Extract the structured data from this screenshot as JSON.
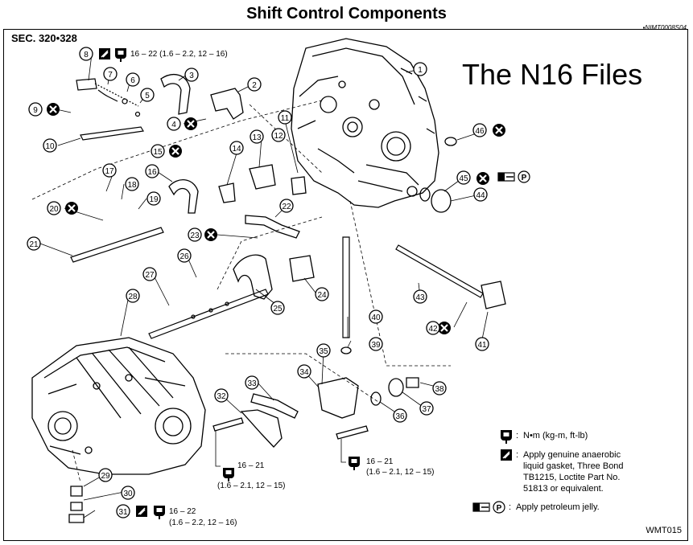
{
  "title": "Shift Control Components",
  "doc_code": "▪NIMT0008S04",
  "section": "SEC. 320•328",
  "watermark": "The N16 Files",
  "figure_code": "WMT015",
  "torque_specs": {
    "t8": "16 – 22 (1.6 – 2.2, 12 – 16)",
    "t32_line1": "16 – 21",
    "t32_line2": "(1.6 – 2.1, 12 – 15)",
    "t34_line1": "16 – 21",
    "t34_line2": "(1.6 – 2.1, 12 – 15)",
    "t31_line1": "16 – 22",
    "t31_line2": "(1.6 – 2.2, 12 – 16)"
  },
  "legend": {
    "torque": "N•m (kg-m, ft-lb)",
    "gasket_l1": "Apply genuine anaerobic",
    "gasket_l2": "liquid gasket, Three Bond",
    "gasket_l3": "TB1215, Loctite Part No.",
    "gasket_l4": "51813 or equivalent.",
    "jelly": "Apply petroleum jelly.",
    "colon": ":",
    "p_symbol": "P"
  },
  "callouts": {
    "c1": "1",
    "c2": "2",
    "c3": "3",
    "c4": "4",
    "c5": "5",
    "c6": "6",
    "c7": "7",
    "c8": "8",
    "c9": "9",
    "c10": "10",
    "c11": "11",
    "c12": "12",
    "c13": "13",
    "c14": "14",
    "c15": "15",
    "c16": "16",
    "c17": "17",
    "c18": "18",
    "c19": "19",
    "c20": "20",
    "c21": "21",
    "c22": "22",
    "c23": "23",
    "c24": "24",
    "c25": "25",
    "c26": "26",
    "c27": "27",
    "c28": "28",
    "c29": "29",
    "c30": "30",
    "c31": "31",
    "c32": "32",
    "c33": "33",
    "c34": "34",
    "c35": "35",
    "c36": "36",
    "c37": "37",
    "c38": "38",
    "c39": "39",
    "c40": "40",
    "c41": "41",
    "c42": "42",
    "c43": "43",
    "c44": "44",
    "c45": "45",
    "c46": "46"
  },
  "icons": [
    "torque-wrench-icon",
    "gasket-tube-icon",
    "no-reuse-icon",
    "petroleum-jelly-icon"
  ]
}
